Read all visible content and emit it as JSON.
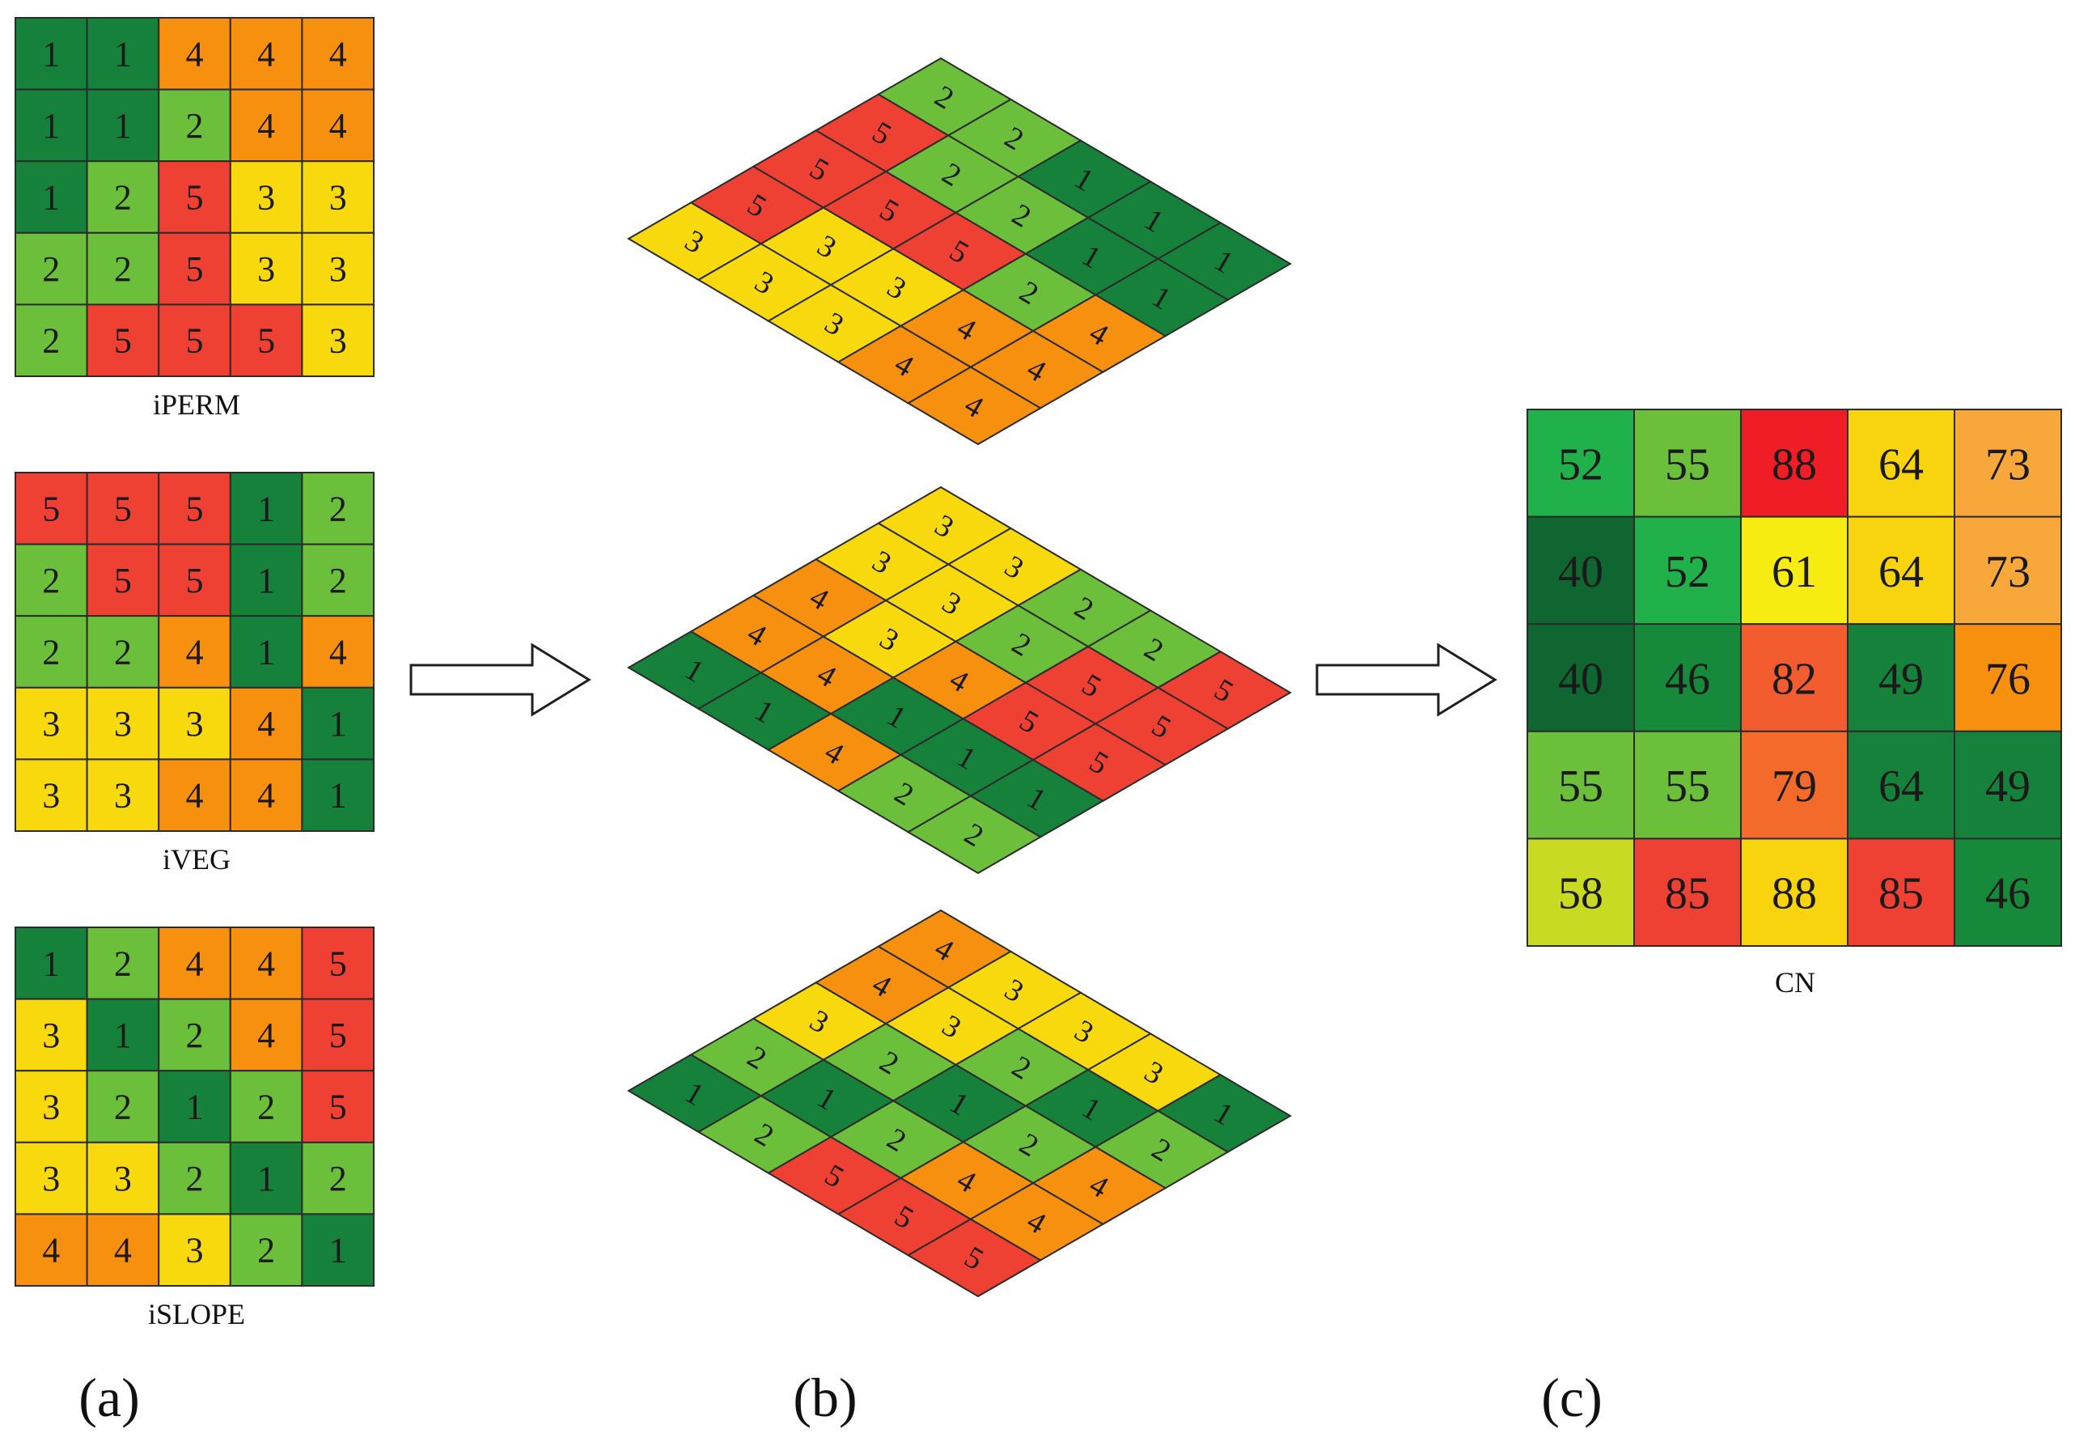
{
  "colors": {
    "1": "#16813a",
    "2": "#6cbf3a",
    "3": "#f7d90d",
    "4": "#f7900e",
    "5": "#ef4034",
    "grid_line": "#2b2b2b",
    "arrow_stroke": "#1f1f1f"
  },
  "cn_colors": {
    "40": "#0f6630",
    "46": "#168a3a",
    "49": "#16813a",
    "52": "#21b14a",
    "55": "#6cbf3a",
    "58": "#c9da23",
    "61": "#f7ec12",
    "64": "#f8d40f",
    "73": "#f8a83a",
    "76": "#f7900e",
    "79": "#f36a2a",
    "82": "#f25c2f",
    "85": "#ef4034",
    "88": "#ee1d26"
  },
  "cn_colors_by_cell": [
    [
      "#21b14a",
      "#6cbf3a",
      "#ee1d26",
      "#f8d40f",
      "#f8a83a"
    ],
    [
      "#0f6630",
      "#21b14a",
      "#f7ec12",
      "#f8d40f",
      "#f8a83a"
    ],
    [
      "#0f6630",
      "#168a3a",
      "#f25c2f",
      "#16813a",
      "#f7900e"
    ],
    [
      "#6cbf3a",
      "#6cbf3a",
      "#f36a2a",
      "#16813a",
      "#16813a"
    ],
    [
      "#c9da23",
      "#ef4034",
      "#f8d40f",
      "#ef4034",
      "#168a3a"
    ]
  ],
  "grids": [
    {
      "name": "iPERM",
      "label": "iPERM",
      "values": [
        [
          1,
          1,
          4,
          4,
          4
        ],
        [
          1,
          1,
          2,
          4,
          4
        ],
        [
          1,
          2,
          5,
          3,
          3
        ],
        [
          2,
          2,
          5,
          3,
          3
        ],
        [
          2,
          5,
          5,
          5,
          3
        ]
      ]
    },
    {
      "name": "iVEG",
      "label": "iVEG",
      "values": [
        [
          5,
          5,
          5,
          1,
          2
        ],
        [
          2,
          5,
          5,
          1,
          2
        ],
        [
          2,
          2,
          4,
          1,
          4
        ],
        [
          3,
          3,
          3,
          4,
          1
        ],
        [
          3,
          3,
          4,
          4,
          1
        ]
      ]
    },
    {
      "name": "iSLOPE",
      "label": "iSLOPE",
      "values": [
        [
          1,
          2,
          4,
          4,
          5
        ],
        [
          3,
          1,
          2,
          4,
          5
        ],
        [
          3,
          2,
          1,
          2,
          5
        ],
        [
          3,
          3,
          2,
          1,
          2
        ],
        [
          4,
          4,
          3,
          2,
          1
        ]
      ]
    }
  ],
  "cn": {
    "label": "CN",
    "values": [
      [
        52,
        55,
        88,
        64,
        73
      ],
      [
        40,
        52,
        61,
        64,
        73
      ],
      [
        40,
        46,
        82,
        49,
        76
      ],
      [
        55,
        55,
        79,
        64,
        49
      ],
      [
        58,
        85,
        88,
        85,
        46
      ]
    ]
  },
  "panel_labels": {
    "a": "(a)",
    "b": "(b)",
    "c": "(c)"
  }
}
